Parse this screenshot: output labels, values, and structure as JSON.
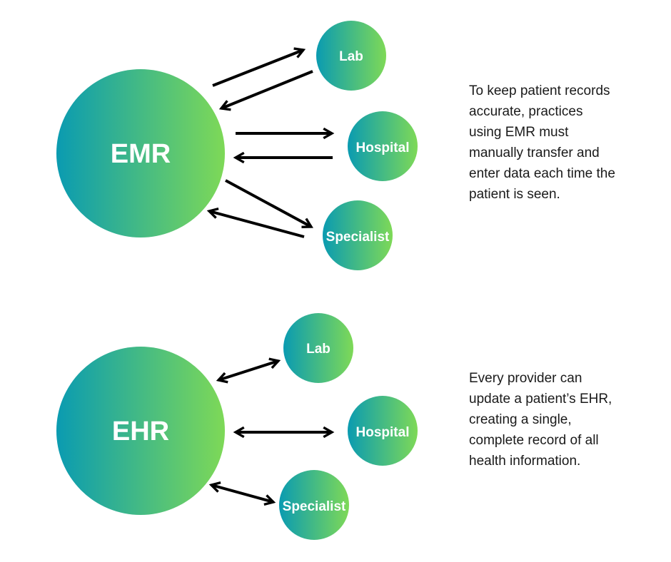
{
  "emr": {
    "center_label": "EMR",
    "nodes": {
      "lab": "Lab",
      "hospital": "Hospital",
      "specialist": "Specialist"
    },
    "description": "To keep patient records accurate, practices using EMR must manually transfer and enter data each time the patient is seen."
  },
  "ehr": {
    "center_label": "EHR",
    "nodes": {
      "lab": "Lab",
      "hospital": "Hospital",
      "specialist": "Specialist"
    },
    "description": "Every provider can update a patient’s EHR, creating a single, complete record of all health information."
  },
  "colors": {
    "gradient_start": "#0a9bb1",
    "gradient_end": "#7ed957",
    "arrow": "#000000",
    "label_text": "#ffffff",
    "body_text": "#1a1a1a"
  }
}
